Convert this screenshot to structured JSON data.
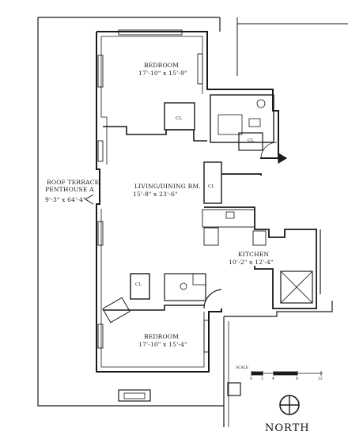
{
  "rooms": {
    "bedroom_top": {
      "name": "BEDROOM",
      "dims": "17'-10\" x 15'-9\""
    },
    "living": {
      "name": "LIVING/DINING RM.",
      "dims": "15'-8\" x 23'-6\""
    },
    "terrace": {
      "line1": "ROOF TERRACE",
      "line2": "PENTHOUSE A",
      "dims": "9'-3\" x 64'-4\""
    },
    "kitchen": {
      "name": "KITCHEN",
      "dims": "10'-2\" x 12'-4\""
    },
    "bedroom_bottom": {
      "name": "BEDROOM",
      "dims": "17'-10\" x 15'-4\""
    }
  },
  "closets": [
    "CL",
    "CL",
    "CL",
    "CL"
  ],
  "scale": {
    "label": "SCALE",
    "ticks": [
      "0",
      "2",
      "4",
      "8",
      "12"
    ]
  },
  "compass": {
    "label": "NORTH"
  },
  "colors": {
    "ink": "#1a1a1a",
    "paper": "#ffffff"
  }
}
